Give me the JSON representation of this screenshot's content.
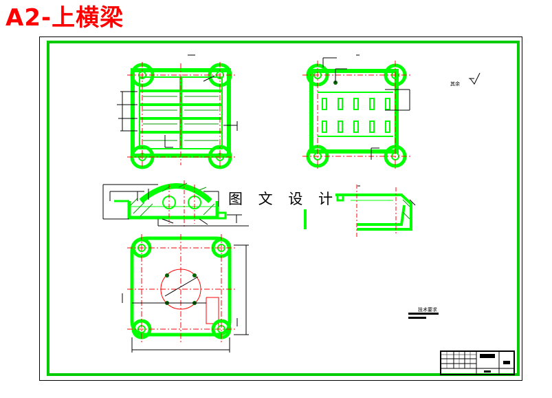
{
  "page": {
    "title": "A2-上横梁",
    "watermark": "图 文 设 计"
  },
  "drawing": {
    "roughness_note": "其余",
    "technical_requirements_heading": "技术要求",
    "colors": {
      "part_outline": "#00ff00",
      "border": "#00cc00",
      "centerline": "#ff0000",
      "dimension": "#000000"
    },
    "views": [
      "top-plan-view",
      "bottom-plan-view",
      "section-view",
      "side-view",
      "mounting-plate-view",
      "title-block"
    ]
  }
}
